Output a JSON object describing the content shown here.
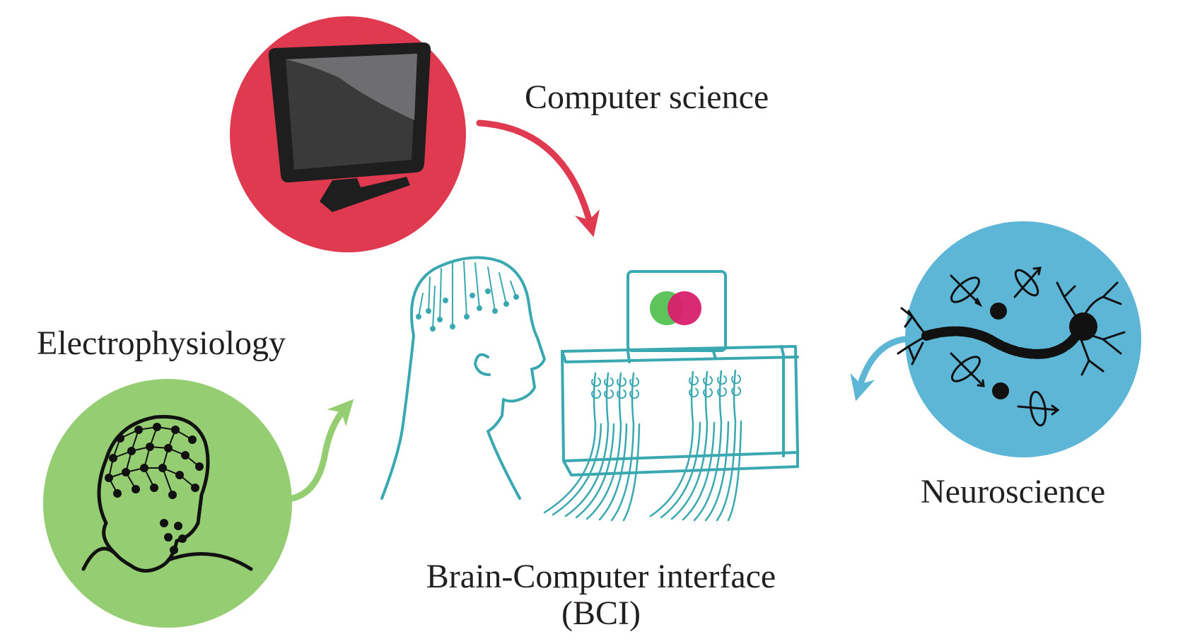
{
  "labels": {
    "computer_science": "Computer science",
    "electrophysiology": "Electrophysiology",
    "neuroscience": "Neuroscience",
    "bci_line1": "Brain-Computer interface",
    "bci_line2": "(BCI)"
  },
  "icons": {
    "computer_science": "monitor-icon",
    "electrophysiology": "eeg-head-icon",
    "neuroscience": "neuron-icon",
    "center": "bci-setup-icon"
  },
  "colors": {
    "computer_science": "#e03a50",
    "electrophysiology": "#95cd73",
    "neuroscience": "#5db6d6",
    "bci_line": "#3aa8b0",
    "indicator_green": "#5cc45a",
    "indicator_pink": "#d81f6c",
    "text": "#231f20"
  }
}
